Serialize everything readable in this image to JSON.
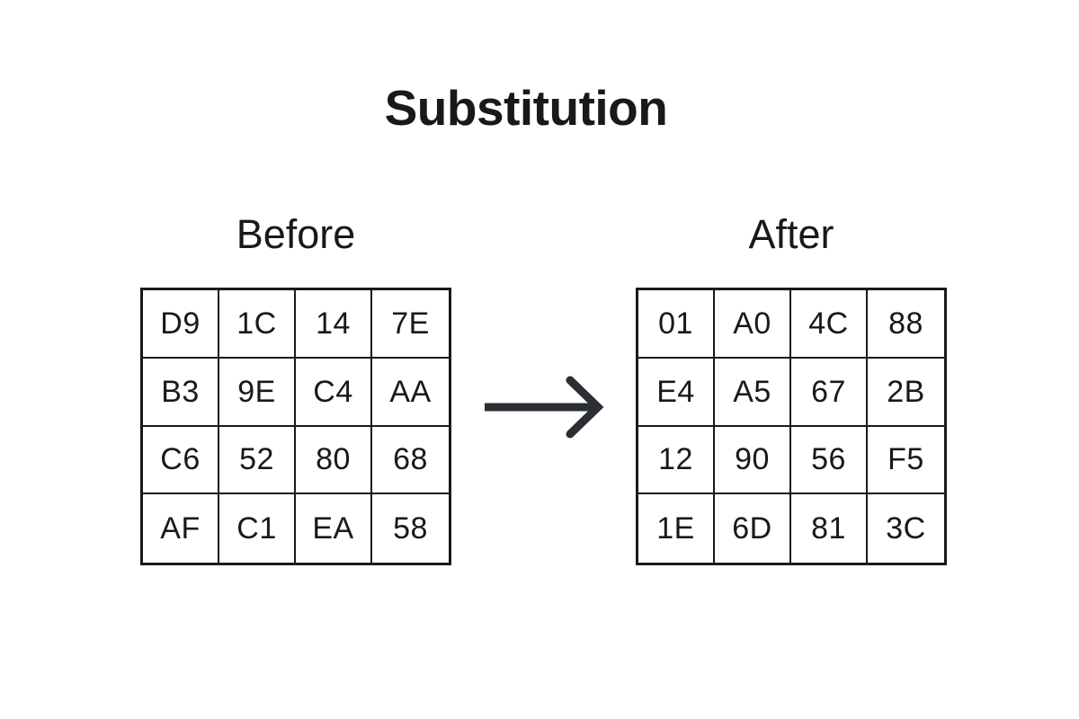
{
  "page": {
    "title": "Substitution",
    "background_color": "#ffffff",
    "ink_color": "#17191c",
    "arrow_color": "#2b2f33"
  },
  "panels": {
    "before": {
      "caption": "Before",
      "rows": [
        [
          "D9",
          "1C",
          "14",
          "7E"
        ],
        [
          "B3",
          "9E",
          "C4",
          "AA"
        ],
        [
          "C6",
          "52",
          "80",
          "68"
        ],
        [
          "AF",
          "C1",
          "EA",
          "58"
        ]
      ]
    },
    "after": {
      "caption": "After",
      "rows": [
        [
          "01",
          "A0",
          "4C",
          "88"
        ],
        [
          "E4",
          "A5",
          "67",
          "2B"
        ],
        [
          "12",
          "90",
          "56",
          "F5"
        ],
        [
          "1E",
          "6D",
          "81",
          "3C"
        ]
      ]
    }
  },
  "arrow": {
    "icon": "right-arrow-icon",
    "direction": "right"
  }
}
